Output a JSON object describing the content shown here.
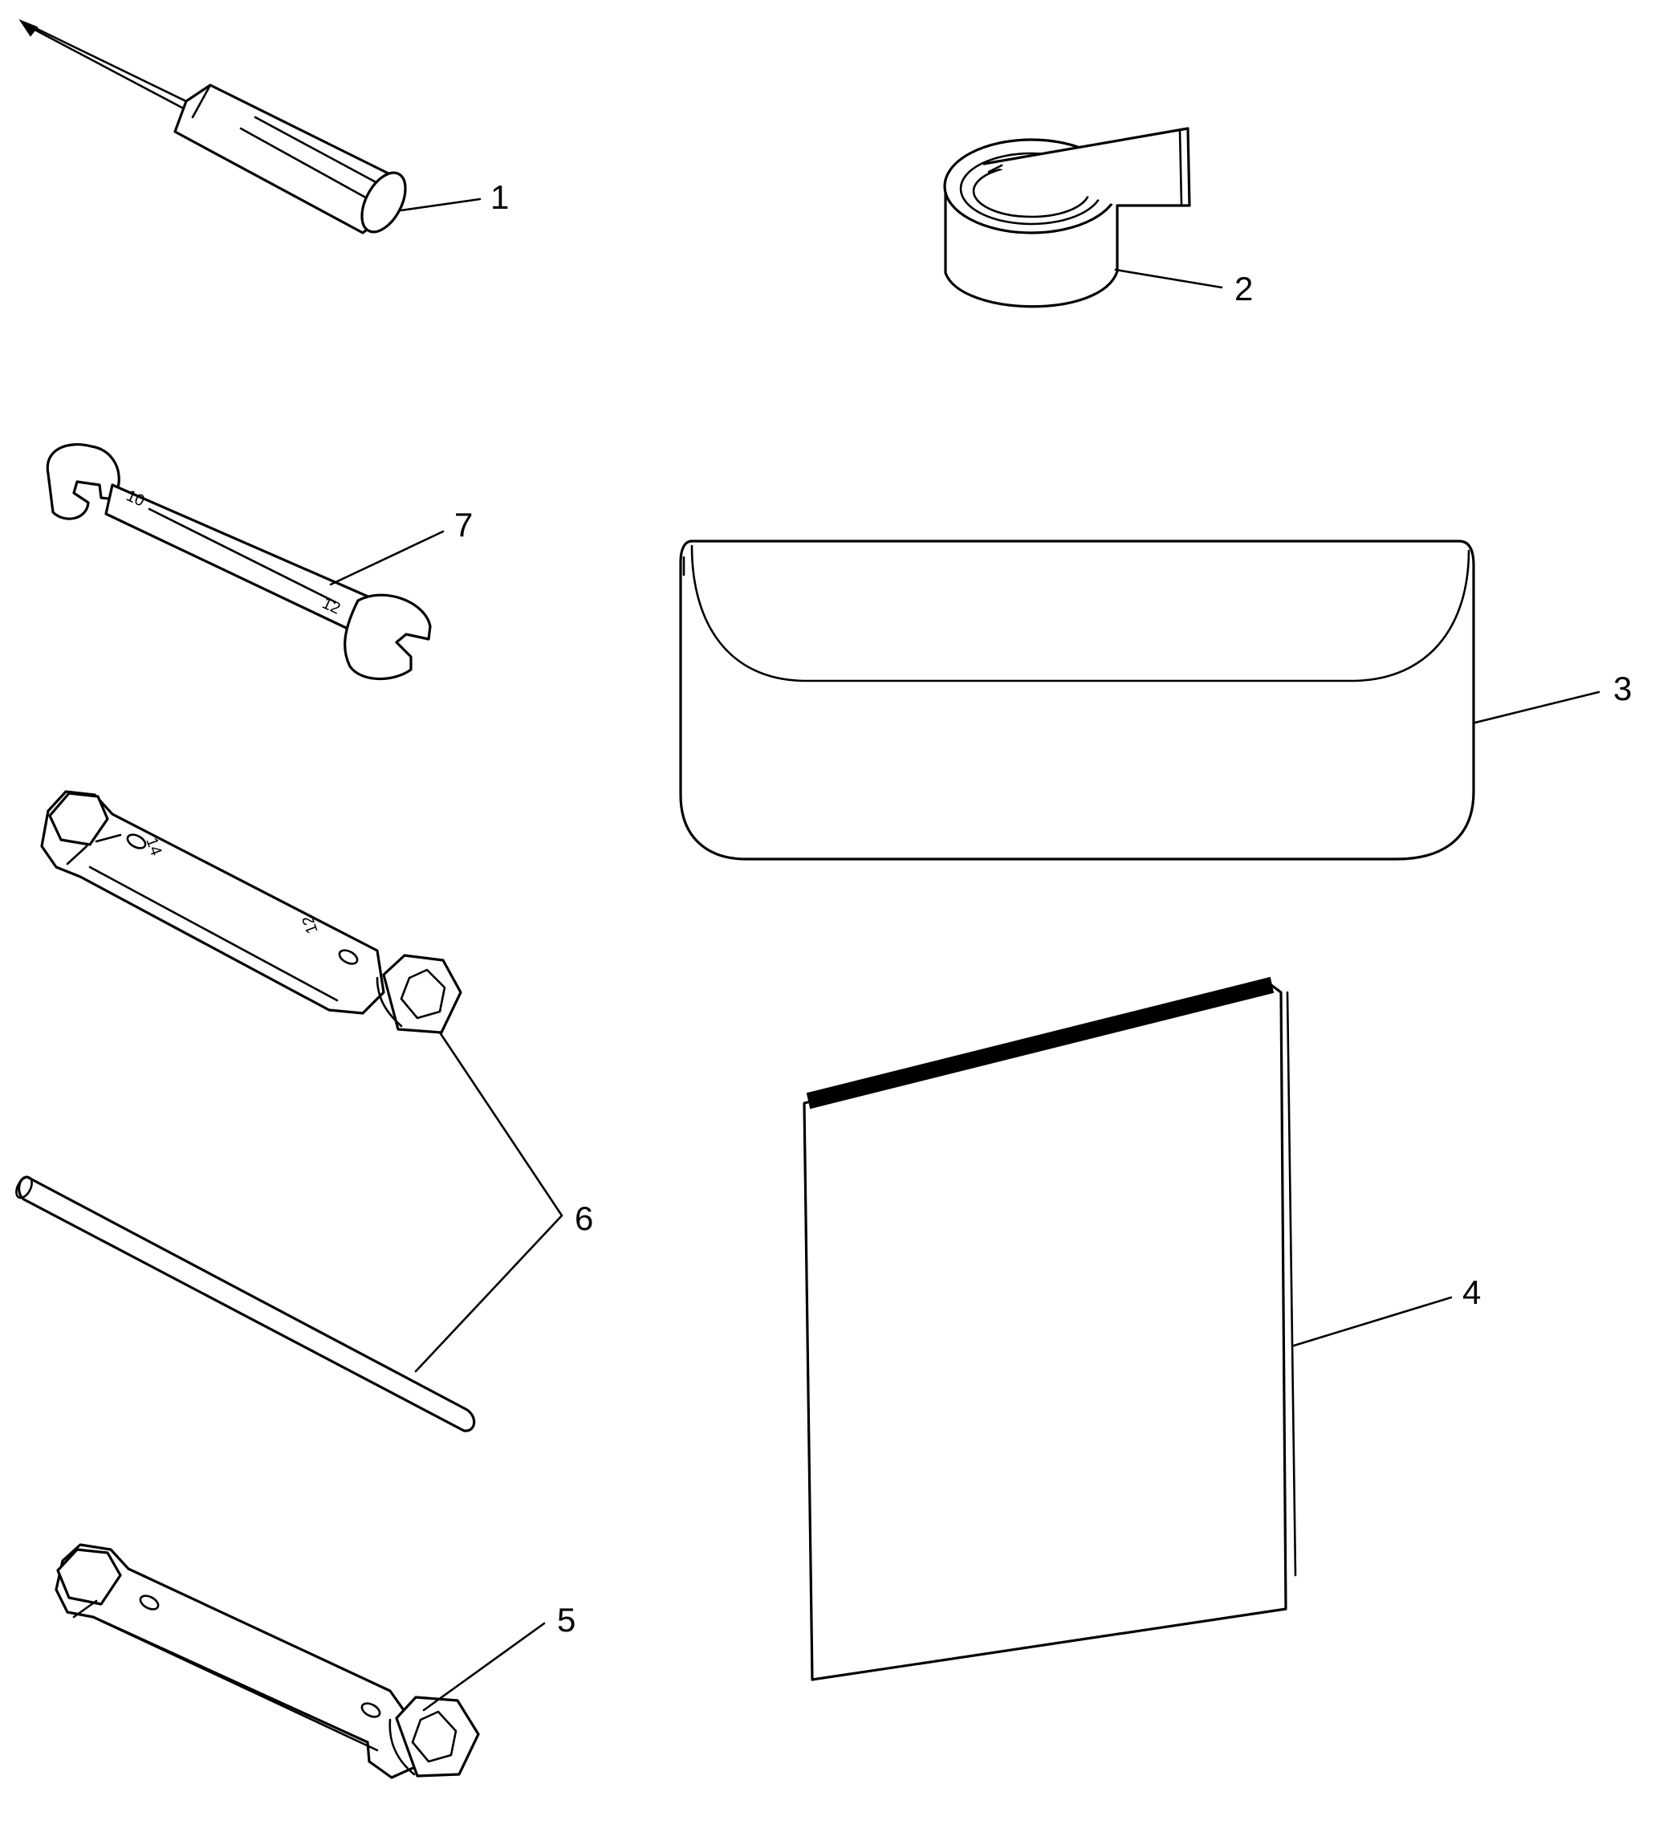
{
  "diagram": {
    "callouts": {
      "c1": "1",
      "c2": "2",
      "c3": "3",
      "c4": "4",
      "c5": "5",
      "c6": "6",
      "c7": "7"
    },
    "stamps": {
      "spanner_small": "10",
      "spanner_large": "12",
      "box_wrench_end_a": "14",
      "box_wrench_end_b": "12"
    }
  }
}
